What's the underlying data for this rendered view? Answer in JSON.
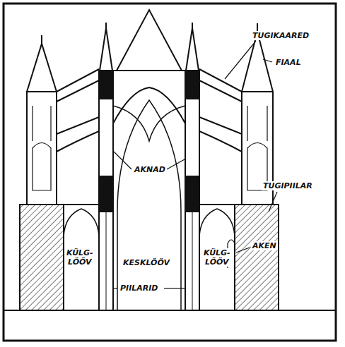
{
  "diagram": {
    "labels": [
      "TUGIKAARED",
      "FIAAL",
      "AKNAD",
      "TUGIPIILAR",
      "AKEN",
      "KÜLG- LÖÖV",
      "KESKLÖÖV",
      "KÜLG- LÖÖV",
      "PIILARID"
    ]
  }
}
